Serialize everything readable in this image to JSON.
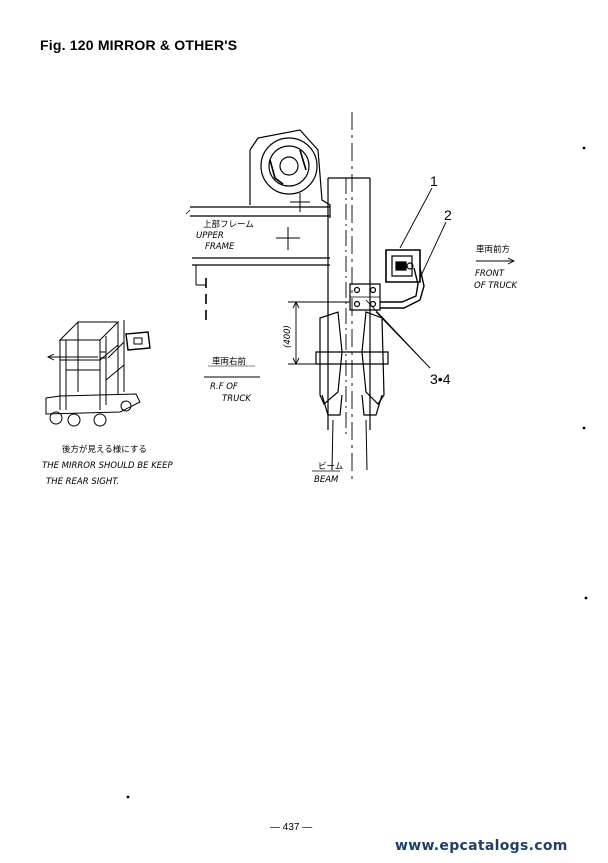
{
  "figure": {
    "title": "Fig. 120  MIRROR & OTHER'S"
  },
  "labels": {
    "upper_frame_jp": "上部フレーム",
    "upper_frame_line1": "UPPER",
    "upper_frame_line2": "FRAME",
    "front_jp": "車両前方",
    "front_line1": "FRONT",
    "front_line2": "OF TRUCK",
    "rf_jp": "車両右前",
    "rf_line1": "R.F  OF",
    "rf_line2": "TRUCK",
    "beam_jp": "ビーム",
    "beam_en": "BEAM",
    "dimension": "(400)",
    "mirror_note_jp": "後方が見える様にする",
    "mirror_note_line1": "THE MIRROR SHOULD BE KEEP",
    "mirror_note_line2": "THE REAR SIGHT."
  },
  "callouts": [
    "1",
    "2",
    "3•4"
  ],
  "footer": {
    "page_number": "— 437 —",
    "watermark": "www.epcatalogs.com"
  },
  "colors": {
    "ink": "#000000",
    "watermark": "#1f3f6a"
  }
}
